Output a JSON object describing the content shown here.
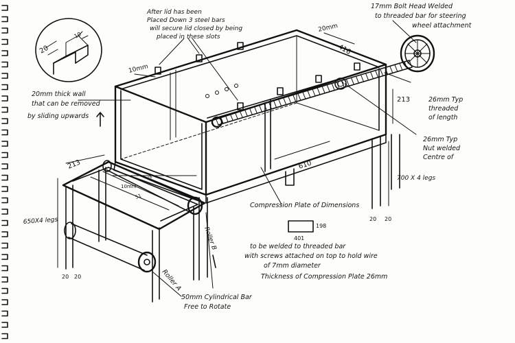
{
  "notes": {
    "lid_1": "After lid has been",
    "lid_2": "Placed Down 3 steel bars",
    "lid_3": "will secure lid closed by being",
    "lid_4": "placed in these slots",
    "bolt_1": "17mm Bolt Head Welded",
    "bolt_2": "to threaded bar for steering",
    "bolt_3": "wheel attachment",
    "wall_1": "20mm thick wall",
    "wall_2": "that can be removed",
    "wall_3": "by sliding upwards",
    "bar_1": "26mm Typ",
    "bar_2": "threaded",
    "bar_3": "of length",
    "nut_1": "26mm Typ",
    "nut_2": "Nut welded",
    "nut_3": "Centre of",
    "legs_right": "700 X 4 legs",
    "legs_left": "650X4 legs",
    "compression": "Compression Plate of Dimensions",
    "plate_w": "401",
    "plate_h": "198",
    "weld_1": "to be welded to threaded bar",
    "weld_2": "with screws attached on top to hold wire",
    "weld_3": "of 7mm diameter",
    "thickness": "Thickness of Compression Plate 26mm",
    "cyl_1": "50mm Cylindrical Bar",
    "cyl_2": "Free to Rotate",
    "roller_a": "Roller A",
    "roller_b": "Roller B"
  },
  "dimensions": {
    "wall_thick_20": "20",
    "detail_20": "20",
    "detail_10": "10",
    "lid_10mm": "10mm",
    "top_20mm": "20mm",
    "depth_416": "416",
    "height_213_right": "213",
    "length_610": "610",
    "width_213_left": "213",
    "leg_20_a": "20",
    "leg_20_b": "20",
    "leg_20_c": "20",
    "leg_20_d": "20",
    "inner_10mm": "10mm",
    "inner_51": "51",
    "inner_16": "16"
  }
}
